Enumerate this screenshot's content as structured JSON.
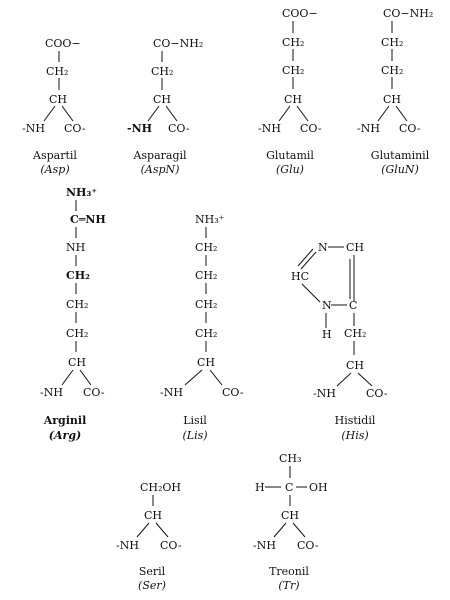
{
  "residues": [
    {
      "name": "Aspartil",
      "abbr": "(Asp)",
      "labels": [
        "COO−",
        "CH₂",
        "CH",
        "-NH",
        "CO-"
      ]
    },
    {
      "name": "Asparagil",
      "abbr": "(AspN)",
      "labels": [
        "CO−NH₂",
        "CH₂",
        "CH",
        "-NH",
        "CO-"
      ]
    },
    {
      "name": "Glutamil",
      "abbr": "(Glu)",
      "labels": [
        "COO−",
        "CH₂",
        "CH₂",
        "CH",
        "-NH",
        "CO-"
      ]
    },
    {
      "name": "Glutaminil",
      "abbr": "(GluN)",
      "labels": [
        "CO−NH₂",
        "CH₂",
        "CH₂",
        "CH",
        "-NH",
        "CO-"
      ]
    },
    {
      "name": "Arginil",
      "abbr": "(Arg)",
      "labels": [
        "NH₃⁺",
        "C═NH",
        "NH",
        "CH₂",
        "CH₂",
        "CH₂",
        "CH",
        "-NH",
        "CO-"
      ]
    },
    {
      "name": "Lisil",
      "abbr": "(Lis)",
      "labels": [
        "NH₃⁺",
        "CH₂",
        "CH₂",
        "CH₂",
        "CH₂",
        "CH",
        "-NH",
        "CO-"
      ]
    },
    {
      "name": "Histidil",
      "abbr": "(His)",
      "labels": [
        "N",
        "CH",
        "HC",
        "N",
        "C",
        "H",
        "CH₂",
        "CH",
        "-NH",
        "CO-"
      ]
    },
    {
      "name": "Seril",
      "abbr": "(Ser)",
      "labels": [
        "CH₂OH",
        "CH",
        "-NH",
        "CO-"
      ]
    },
    {
      "name": "Treonil",
      "abbr": "(Tr)",
      "labels": [
        "CH₃",
        "H",
        "C",
        "OH",
        "CH",
        "-NH",
        "CO-"
      ]
    }
  ]
}
